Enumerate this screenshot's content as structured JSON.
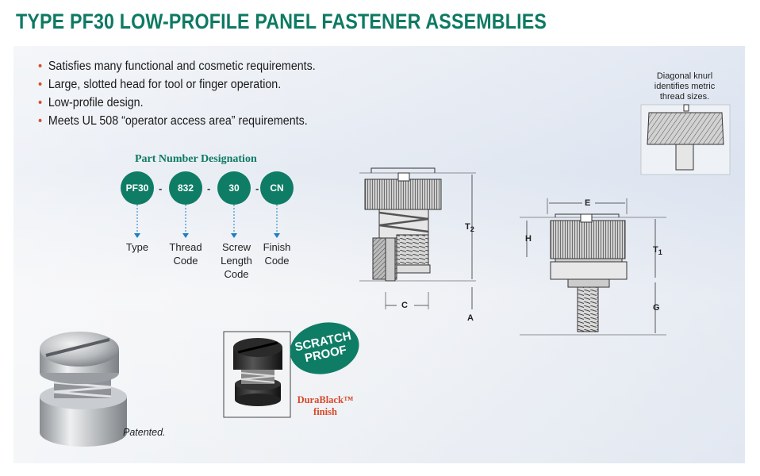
{
  "title": "TYPE PF30 LOW-PROFILE PANEL FASTENER ASSEMBLIES",
  "bullets": [
    "Satisfies many functional and cosmetic requirements.",
    "Large, slotted head for tool or finger operation.",
    "Low-profile design.",
    "Meets UL 508 “operator access area” requirements."
  ],
  "part_number": {
    "heading": "Part Number Designation",
    "codes": [
      "PF30",
      "832",
      "30",
      "CN"
    ],
    "separator": "-",
    "labels": [
      [
        "Type"
      ],
      [
        "Thread",
        "Code"
      ],
      [
        "Screw",
        "Length",
        "Code"
      ],
      [
        "Finish",
        "Code"
      ]
    ]
  },
  "diagram_note": [
    "Diagonal knurl",
    "identifies metric",
    "thread sizes."
  ],
  "dimensions": {
    "t2": "T",
    "t2_sub": "2",
    "t1": "T",
    "t1_sub": "1",
    "a": "A",
    "c": "C",
    "e": "E",
    "h": "H",
    "g": "G"
  },
  "patented": "Patented.",
  "scratch_proof": [
    "SCRATCH",
    "PROOF"
  ],
  "durablack": {
    "name": "DuraBlack™",
    "suffix": "finish"
  },
  "colors": {
    "brand_green": "#0e7a63",
    "bullet_red": "#d4502c",
    "durablack_red": "#d8482a"
  }
}
